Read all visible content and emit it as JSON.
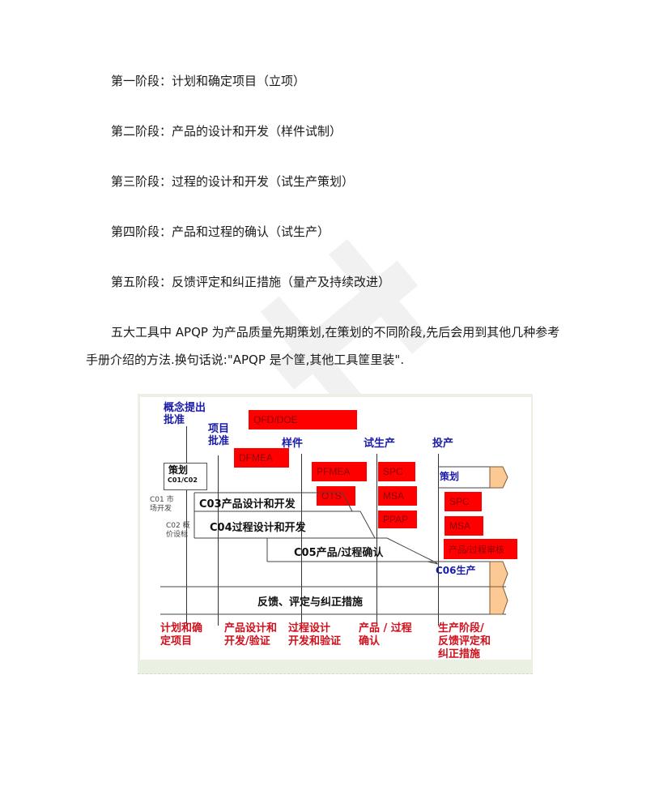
{
  "document": {
    "stages": [
      {
        "label": "第一阶段：计划和确定项目（立项）"
      },
      {
        "label": "第二阶段：产品的设计和开发（样件试制）"
      },
      {
        "label": "第三阶段：过程的设计和开发（试生产策划）"
      },
      {
        "label": "第四阶段：产品和过程的确认（试生产）"
      },
      {
        "label": "第五阶段：反馈评定和纠正措施（量产及持续改进）"
      }
    ],
    "paragraph": {
      "line1": "五大工具中 APQP 为产品质量先期策划,在策划的不同阶段,先后会用到其他几种参考",
      "line2": "手册介绍的方法.换句话说:\"APQP 是个筐,其他工具筐里装\"."
    }
  },
  "diagram": {
    "milestones": {
      "concept": "概念提出\n批准",
      "concept_l1": "概念提出",
      "concept_l2": "批准",
      "project_l1": "项目",
      "project_l2": "批准",
      "prototype": "样件",
      "pilot": "试生产",
      "launch": "投产"
    },
    "planning_box": {
      "title": "策划",
      "code": "C01/C02"
    },
    "side_notes": {
      "c01_l1": "C01 市",
      "c01_l2": "场开发",
      "c02_l1": "C02 概",
      "c02_l2": "价设标"
    },
    "tools": {
      "qfd": "QFD/DOE",
      "dfmea": "DFMEA",
      "pfmea": "PFMEA",
      "ots": "OTS",
      "spc1": "SPC",
      "msa1": "MSA",
      "ppap": "PPAP",
      "spc2": "SPC",
      "msa2": "MSA",
      "audit": "产品/过程审核"
    },
    "bars": {
      "c03": "C03产品设计和开发",
      "c04": "C04过程设计和开发",
      "c05": "C05产品/过程确认",
      "c06": "C06生产",
      "planning": "策划",
      "feedback": "反馈、评定与纠正措施"
    },
    "phases": {
      "p1_l1": "计划和确",
      "p1_l2": "定项目",
      "p2_l1": "产品设计和",
      "p2_l2": "开发/验证",
      "p3_l1": "过程设计",
      "p3_l2": "开发和验证",
      "p4_l1": "产品 / 过程",
      "p4_l2": "确认",
      "p5_l1": "生产阶段/",
      "p5_l2": "反馈评定和",
      "p5_l3": "纠正措施"
    },
    "colors": {
      "tool_box": "#ff0000",
      "milestone_text": "#1a1aa8",
      "phase_text": "#d0101c",
      "arrow_fill": "#fcc994"
    }
  }
}
